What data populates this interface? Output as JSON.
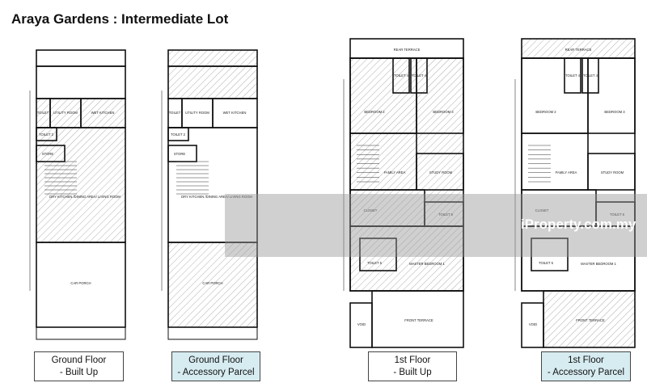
{
  "title": "Araya Gardens : Intermediate Lot",
  "ground_floor_labels": {
    "toilet": "TOILET",
    "utility": "UTILITY ROOM",
    "wet_kitchen": "WET KITCHEN",
    "toilet2": "TOILET 2",
    "store": "STORE",
    "dry_kitchen": "DRY KITCHEN /DINING AREA/ LIVING ROOM",
    "car_porch": "CAR PORCH"
  },
  "first_floor_labels": {
    "rear_terrace": "REAR TERRACE",
    "toilet4a": "TOILET 4",
    "toilet4b": "TOILET 4",
    "bedroom2": "BEDROOM 2",
    "bedroom3": "BEDROOM 3",
    "family": "FAMILY AREA",
    "study": "STUDY ROOM",
    "closet": "CLOSET",
    "toilet6": "TOILET 6",
    "toilet5": "TOILET 5",
    "master": "MASTER BEDROOM 1",
    "front_terrace": "FRONT TERRACE",
    "void": "VOID"
  },
  "captions": [
    {
      "line1": "Ground Floor",
      "line2": "- Built Up"
    },
    {
      "line1": "Ground Floor",
      "line2": "- Accessory Parcel"
    },
    {
      "line1": "1st Floor",
      "line2": "- Built Up"
    },
    {
      "line1": "1st Floor",
      "line2": "- Accessory Parcel"
    }
  ],
  "watermark": "iProperty.com.my",
  "colors": {
    "accessory_caption_bg": "#d7ecf1",
    "hatch": "#9a9a9a"
  }
}
